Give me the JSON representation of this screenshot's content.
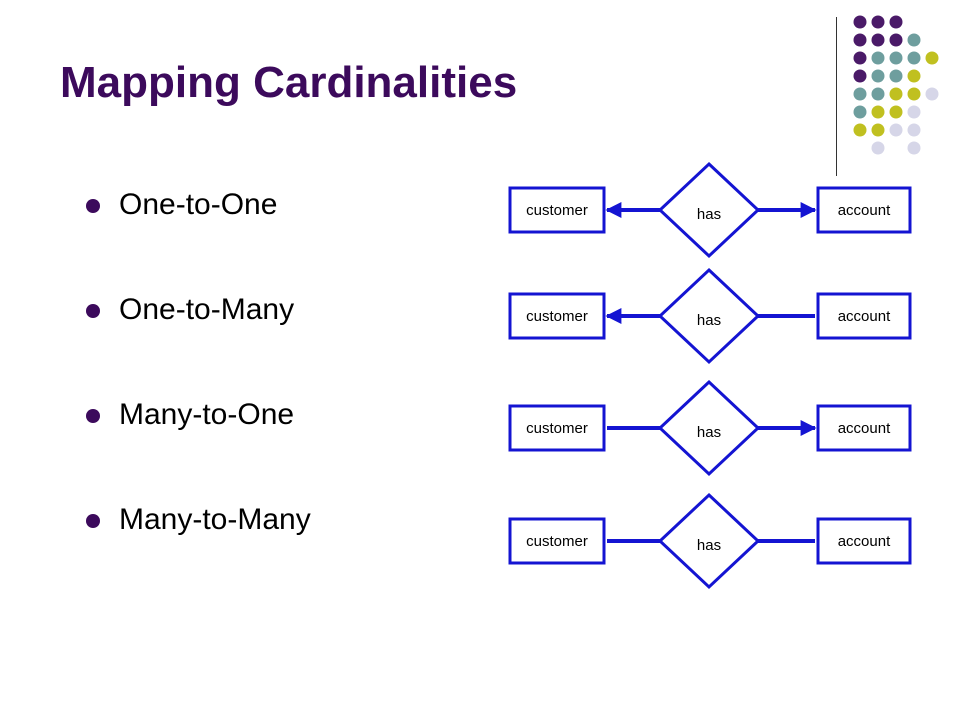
{
  "slide": {
    "title": "Mapping Cardinalities",
    "bullets": [
      "One-to-One",
      "One-to-Many",
      "Many-to-One",
      "Many-to-Many"
    ]
  },
  "colors": {
    "title": "#3c0a5c",
    "diagram_blue": "#1414d2",
    "dots": [
      "#4a1a68",
      "#6e9e9e",
      "#c0c020",
      "#d6d6e8"
    ]
  },
  "diagrams": [
    {
      "name": "one-to-one",
      "left_entity": "customer",
      "relationship": "has",
      "right_entity": "account",
      "left_arrow": true,
      "right_arrow": true
    },
    {
      "name": "one-to-many",
      "left_entity": "customer",
      "relationship": "has",
      "right_entity": "account",
      "left_arrow": true,
      "right_arrow": false
    },
    {
      "name": "many-to-one",
      "left_entity": "customer",
      "relationship": "has",
      "right_entity": "account",
      "left_arrow": false,
      "right_arrow": true
    },
    {
      "name": "many-to-many",
      "left_entity": "customer",
      "relationship": "has",
      "right_entity": "account",
      "left_arrow": false,
      "right_arrow": false
    }
  ]
}
